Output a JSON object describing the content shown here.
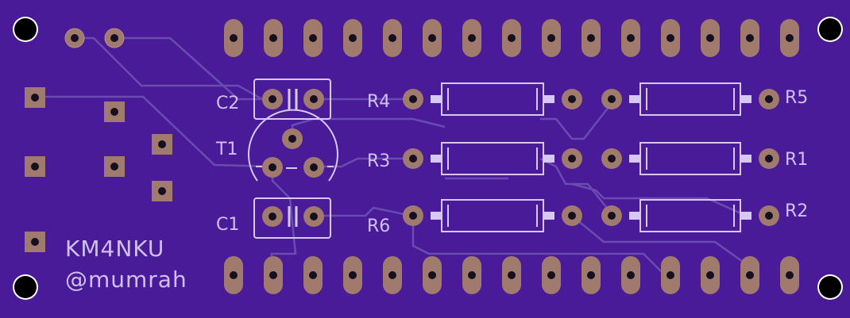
{
  "colors": {
    "board": "#4a1b99",
    "trace": "#6a4bb0",
    "silk": "#d6c8f2",
    "pad": "#a07a6c",
    "hole": "#141020",
    "outline": "#7a5cbf"
  },
  "silkscreen": {
    "author_callsign": "KM4NKU",
    "author_handle": "@mumrah"
  },
  "components": {
    "C1": "C1",
    "C2": "C2",
    "T1": "T1",
    "R1": "R1",
    "R2": "R2",
    "R3": "R3",
    "R4": "R4",
    "R5": "R5",
    "R6": "R6"
  },
  "icons": {
    "mounting_hole": "mounting-hole-icon",
    "pad": "pad-icon"
  }
}
